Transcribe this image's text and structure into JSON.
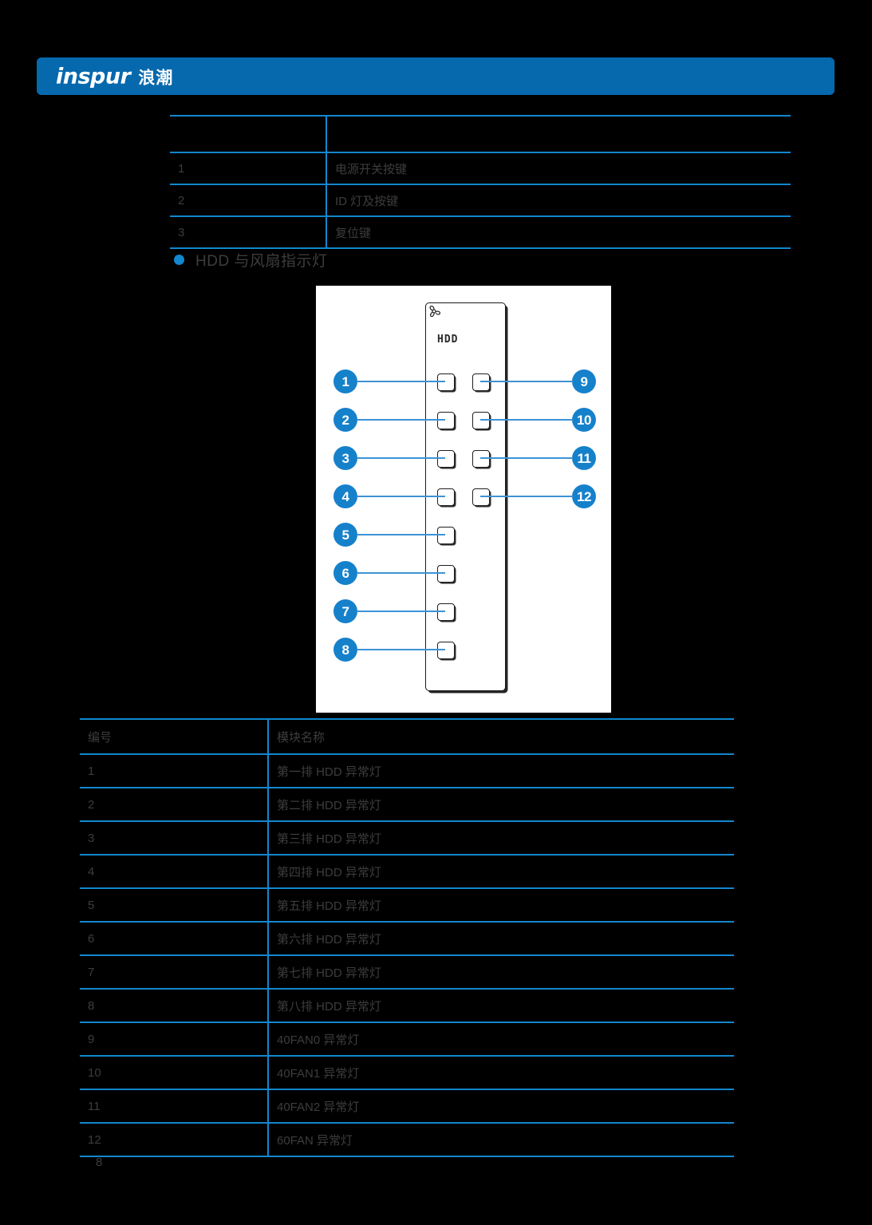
{
  "header": {
    "brand_latin": "inspur",
    "brand_cn": "浪潮",
    "accent_color": "#0669ae"
  },
  "table_top": {
    "name": "continuation-table",
    "headers": [
      "",
      ""
    ],
    "rows": [
      {
        "num": "1",
        "name": "电源开关按键"
      },
      {
        "num": "2",
        "name": "ID 灯及按键"
      },
      {
        "num": "3",
        "name": "复位键"
      }
    ]
  },
  "section": {
    "bullet": "bullet-icon",
    "title": "HDD 与风扇指示灯"
  },
  "figure": {
    "name": "hdd-fan-indicator-diagram",
    "column_labels": {
      "hdd": "HDD",
      "fan": "fan-icon"
    },
    "callouts_left": [
      "1",
      "2",
      "3",
      "4",
      "5",
      "6",
      "7",
      "8"
    ],
    "callouts_right": [
      "9",
      "10",
      "11",
      "12"
    ]
  },
  "table_bottom": {
    "name": "indicator-legend-table",
    "headers": [
      "编号",
      "模块名称"
    ],
    "rows": [
      {
        "num": "1",
        "name": "第一排 HDD 异常灯"
      },
      {
        "num": "2",
        "name": "第二排 HDD 异常灯"
      },
      {
        "num": "3",
        "name": "第三排 HDD 异常灯"
      },
      {
        "num": "4",
        "name": "第四排 HDD 异常灯"
      },
      {
        "num": "5",
        "name": "第五排 HDD 异常灯"
      },
      {
        "num": "6",
        "name": "第六排 HDD 异常灯"
      },
      {
        "num": "7",
        "name": "第七排 HDD 异常灯"
      },
      {
        "num": "8",
        "name": "第八排 HDD 异常灯"
      },
      {
        "num": "9",
        "name": "40FAN0 异常灯"
      },
      {
        "num": "10",
        "name": "40FAN1 异常灯"
      },
      {
        "num": "11",
        "name": "40FAN2 异常灯"
      },
      {
        "num": "12",
        "name": "60FAN 异常灯"
      }
    ]
  },
  "footer": {
    "page_number": "8"
  }
}
